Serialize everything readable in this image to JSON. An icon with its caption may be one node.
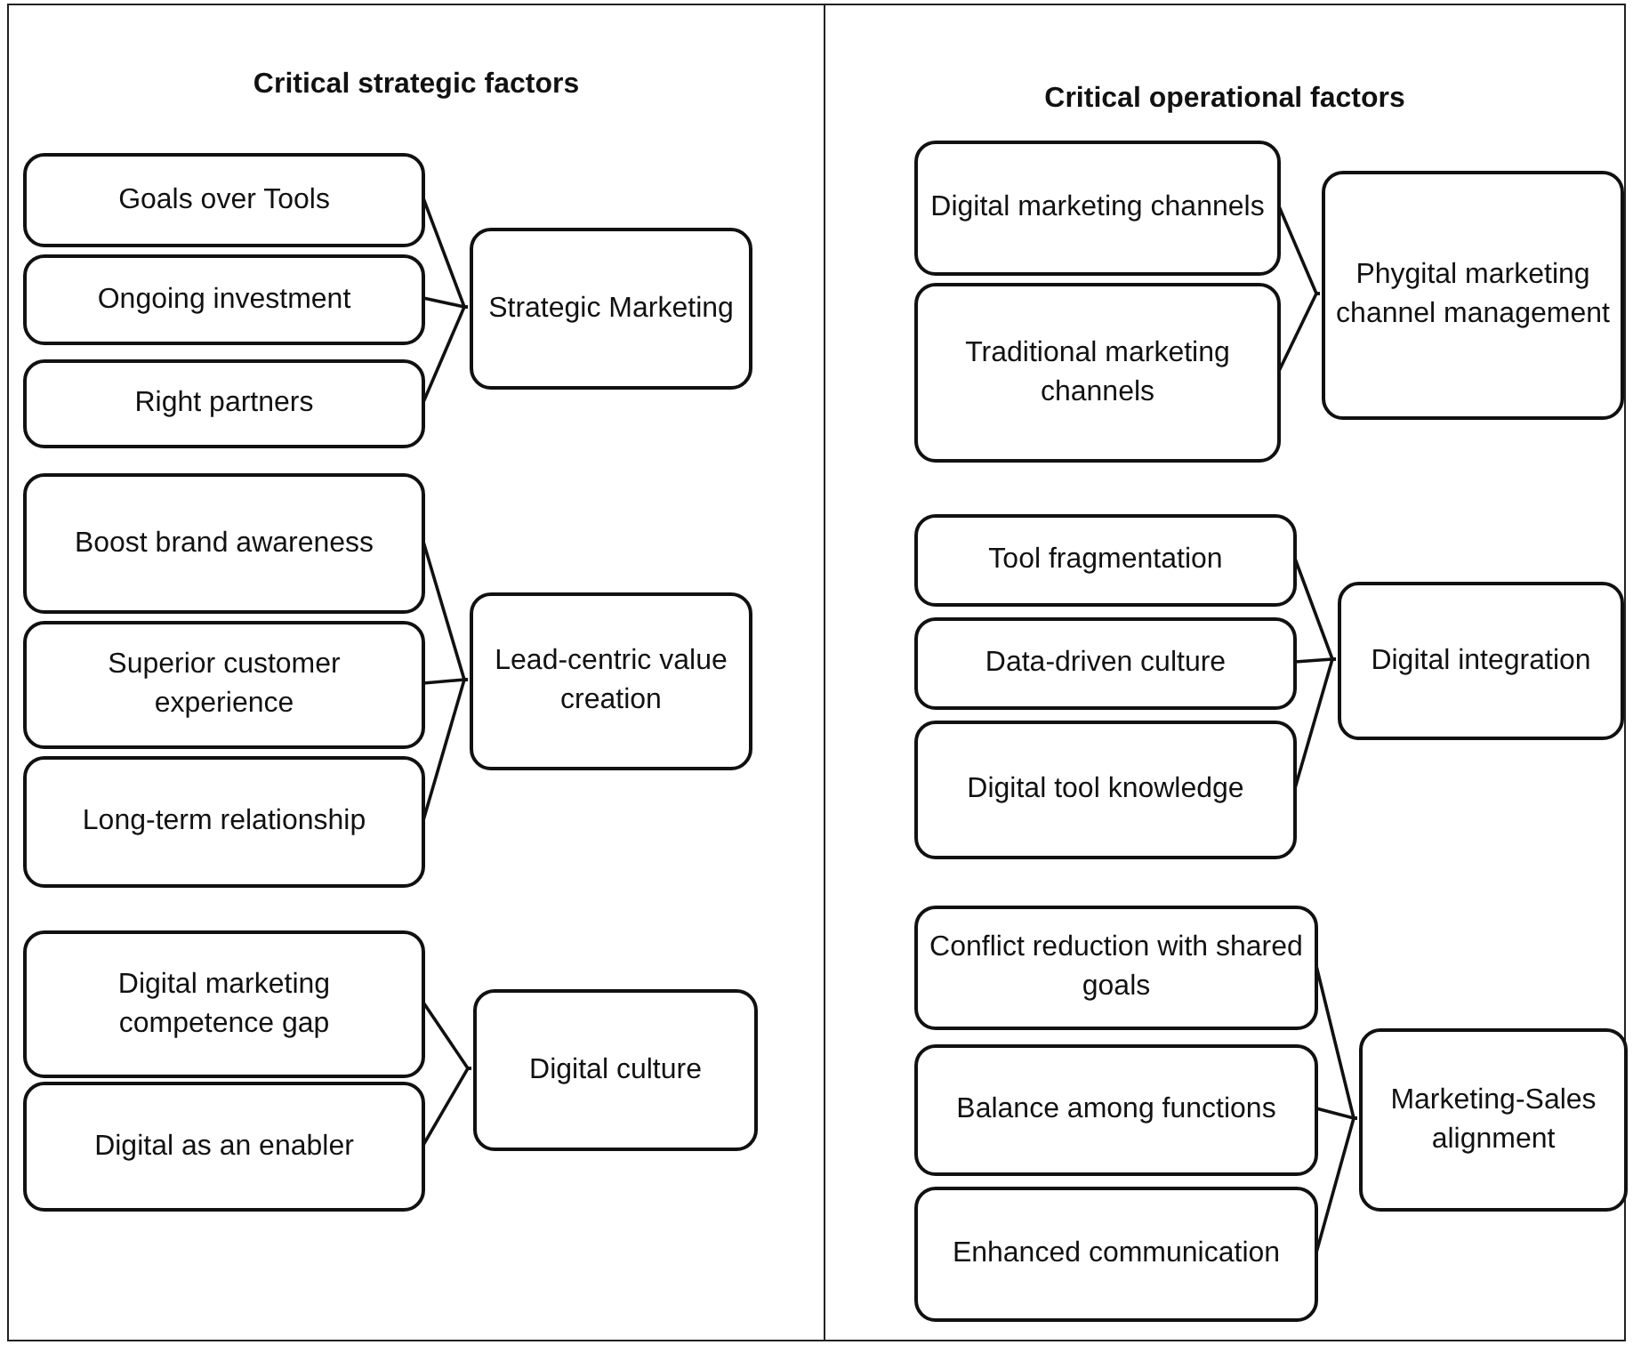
{
  "diagram": {
    "nodes": [
      {
        "text": [
          "Critical strategic factors"
        ]
      },
      {
        "text": [
          "Goals over Tools"
        ],
        "in": 0
      },
      {
        "text": [
          "Ongoing investment"
        ],
        "in": 0
      },
      {
        "text": [
          "Right partners"
        ],
        "in": 0
      },
      {
        "text": [
          "Strategic Marketing"
        ],
        "in": 0
      },
      {
        "text": [
          "Boost brand awareness"
        ],
        "in": 0
      },
      {
        "text": [
          "Superior customer experience"
        ],
        "in": 0
      },
      {
        "text": [
          "Long-term relationship"
        ],
        "in": 0
      },
      {
        "text": [
          "Lead-centric value creation"
        ],
        "in": 0
      },
      {
        "text": [
          "Digital marketing competence gap"
        ],
        "in": 0
      },
      {
        "text": [
          "Digital as an enabler"
        ],
        "in": 0
      },
      {
        "text": [
          "Digital culture"
        ],
        "in": 0
      },
      {
        "text": [
          "Critical operational factors"
        ]
      },
      {
        "text": [
          "Digital marketing channels"
        ],
        "in": 12
      },
      {
        "text": [
          "Traditional marketing channels"
        ],
        "in": 12
      },
      {
        "text": [
          "Phygital marketing channel management"
        ],
        "in": 12
      },
      {
        "text": [
          "Tool fragmentation"
        ],
        "in": 12
      },
      {
        "text": [
          "Data-driven culture"
        ],
        "in": 12
      },
      {
        "text": [
          "Digital tool knowledge"
        ],
        "in": 12
      },
      {
        "text": [
          "Digital integration"
        ],
        "in": 12
      },
      {
        "text": [
          "Conflict reduction with shared goals"
        ],
        "in": 12
      },
      {
        "text": [
          "Balance among functions"
        ],
        "in": 12
      },
      {
        "text": [
          "Enhanced communication"
        ],
        "in": 12
      },
      {
        "text": [
          "Marketing-Sales alignment"
        ],
        "in": 12
      }
    ],
    "edges": [
      {
        "from": 1,
        "to": 4,
        "arrow": "none"
      },
      {
        "from": 2,
        "to": 4,
        "arrow": "none"
      },
      {
        "from": 3,
        "to": 4,
        "arrow": "none"
      },
      {
        "from": 5,
        "to": 8,
        "arrow": "none"
      },
      {
        "from": 6,
        "to": 8,
        "arrow": "none"
      },
      {
        "from": 7,
        "to": 8,
        "arrow": "none"
      },
      {
        "from": 9,
        "to": 11,
        "arrow": "none"
      },
      {
        "from": 10,
        "to": 11,
        "arrow": "none"
      },
      {
        "from": 13,
        "to": 15,
        "arrow": "none"
      },
      {
        "from": 14,
        "to": 15,
        "arrow": "none"
      },
      {
        "from": 16,
        "to": 19,
        "arrow": "none"
      },
      {
        "from": 17,
        "to": 19,
        "arrow": "none"
      },
      {
        "from": 18,
        "to": 19,
        "arrow": "none"
      },
      {
        "from": 20,
        "to": 23,
        "arrow": "none"
      },
      {
        "from": 21,
        "to": 23,
        "arrow": "none"
      },
      {
        "from": 22,
        "to": 23,
        "arrow": "none"
      }
    ]
  }
}
